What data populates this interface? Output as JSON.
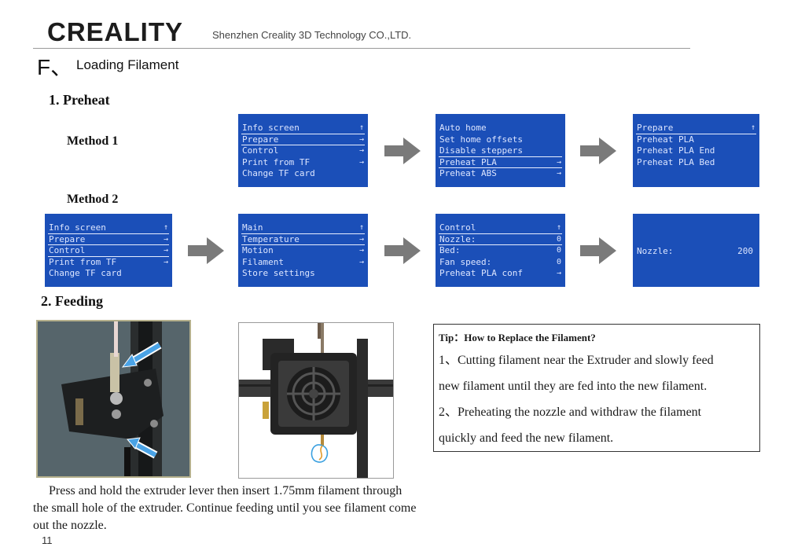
{
  "header": {
    "logo": "CREALITY",
    "company": "Shenzhen Creality 3D Technology CO.,LTD."
  },
  "section": {
    "letter": "F、",
    "title": "Loading Filament"
  },
  "preheat": {
    "heading": "1. Preheat",
    "method1": "Method 1",
    "method2": "Method 2"
  },
  "screens": {
    "m1a": [
      {
        "text": "Info screen",
        "ind": "↑",
        "style": "ul"
      },
      {
        "text": "Prepare",
        "ind": "→",
        "style": "ul"
      },
      {
        "text": "Control",
        "ind": "→",
        "style": ""
      },
      {
        "text": "Print from TF",
        "ind": "→",
        "style": ""
      },
      {
        "text": "Change TF card",
        "ind": "",
        "style": ""
      }
    ],
    "m1b": [
      {
        "text": "Auto home",
        "ind": "",
        "style": ""
      },
      {
        "text": "Set home offsets",
        "ind": "",
        "style": ""
      },
      {
        "text": "Disable steppers",
        "ind": "",
        "style": "ul"
      },
      {
        "text": "Preheat PLA",
        "ind": "→",
        "style": "ul"
      },
      {
        "text": "Preheat ABS",
        "ind": "→",
        "style": ""
      }
    ],
    "m1c": [
      {
        "text": "Prepare",
        "ind": "↑",
        "style": "ul"
      },
      {
        "text": "Preheat PLA",
        "ind": "",
        "style": ""
      },
      {
        "text": "Preheat PLA End",
        "ind": "",
        "style": ""
      },
      {
        "text": "Preheat PLA Bed",
        "ind": "",
        "style": ""
      }
    ],
    "m2a": [
      {
        "text": "Info screen",
        "ind": "↑",
        "style": "ul"
      },
      {
        "text": "Prepare",
        "ind": "→",
        "style": "ul"
      },
      {
        "text": "Control",
        "ind": "→",
        "style": "ul"
      },
      {
        "text": "Print from TF",
        "ind": "→",
        "style": ""
      },
      {
        "text": "Change TF card",
        "ind": "",
        "style": ""
      }
    ],
    "m2b": [
      {
        "text": "Main",
        "ind": "↑",
        "style": "ul"
      },
      {
        "text": "Temperature",
        "ind": "→",
        "style": "ul"
      },
      {
        "text": "Motion",
        "ind": "→",
        "style": ""
      },
      {
        "text": "Filament",
        "ind": "→",
        "style": ""
      },
      {
        "text": "Store settings",
        "ind": "",
        "style": ""
      }
    ],
    "m2c": [
      {
        "text": "Control",
        "ind": "↑",
        "style": "ul"
      },
      {
        "text": "Nozzle:",
        "ind": "0",
        "style": "ul"
      },
      {
        "text": "Bed:",
        "ind": "0",
        "style": ""
      },
      {
        "text": "Fan speed:",
        "ind": "0",
        "style": ""
      },
      {
        "text": "Preheat PLA conf",
        "ind": "→",
        "style": ""
      }
    ],
    "m2d": {
      "label": "Nozzle:",
      "value": "200"
    }
  },
  "feeding": {
    "heading": "2. Feeding",
    "caption": "Press and hold the extruder lever then insert 1.75mm filament through the small hole of the extruder. Continue feeding until you see filament come out the nozzle."
  },
  "tip": {
    "title": "Tip：How to Replace the Filament?",
    "line1": "1、Cutting filament near the Extruder and slowly feed",
    "line2": "new filament until they are fed into the new filament.",
    "line3": "2、Preheating the nozzle and withdraw the filament",
    "line4": "quickly and feed the new filament."
  },
  "page_number": "11",
  "colors": {
    "lcd_background": "#1b4fb8",
    "arrow": "#7a7a7a",
    "pointer_arrow": "#4aa3e6"
  }
}
